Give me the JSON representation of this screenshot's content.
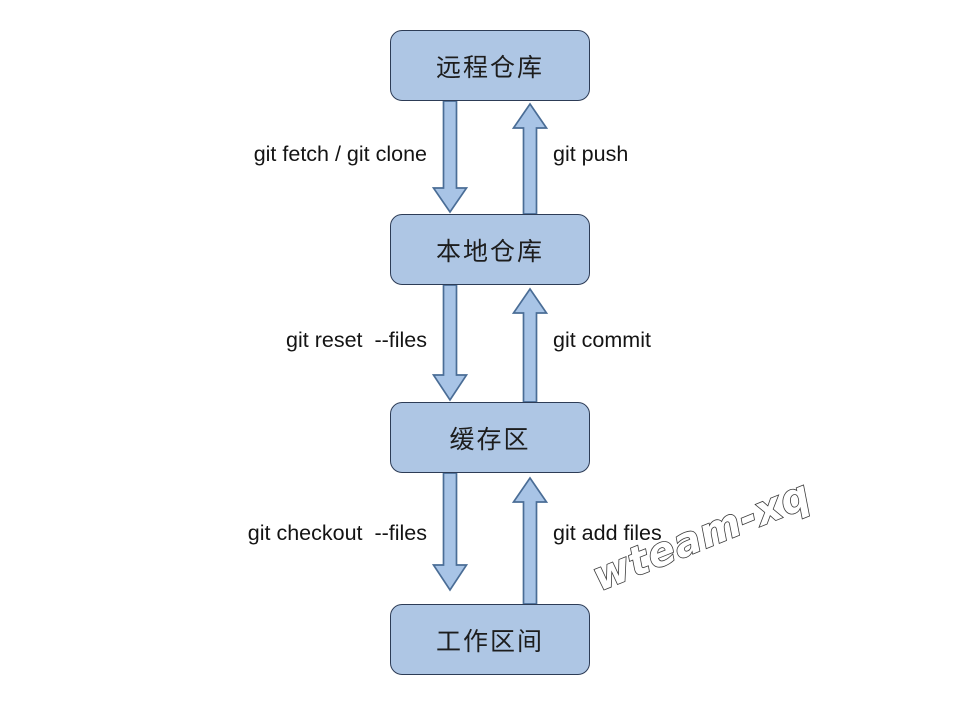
{
  "diagram": {
    "title": "Git workflow diagram",
    "background_color": "#ffffff",
    "node_fill_color": "#aec6e4",
    "node_border_color": "#2d3c56",
    "arrow_fill_color": "#a8c4e6",
    "arrow_stroke_color": "#4a6d96",
    "nodes": [
      {
        "id": "remote",
        "label": "远程仓库"
      },
      {
        "id": "local",
        "label": "本地仓库"
      },
      {
        "id": "stage",
        "label": "缓存区"
      },
      {
        "id": "work",
        "label": "工作区间"
      }
    ],
    "edges": [
      {
        "id": "fetch",
        "label": "git fetch / git clone",
        "direction": "down",
        "from": "remote",
        "to": "local"
      },
      {
        "id": "push",
        "label": "git push",
        "direction": "up",
        "from": "local",
        "to": "remote"
      },
      {
        "id": "reset",
        "label": "git reset  --files",
        "direction": "down",
        "from": "local",
        "to": "stage"
      },
      {
        "id": "commit",
        "label": "git commit",
        "direction": "up",
        "from": "stage",
        "to": "local"
      },
      {
        "id": "checkout",
        "label": "git checkout  --files",
        "direction": "down",
        "from": "stage",
        "to": "work"
      },
      {
        "id": "add",
        "label": "git add files",
        "direction": "up",
        "from": "work",
        "to": "stage"
      }
    ],
    "watermark": "wteam-xq"
  }
}
